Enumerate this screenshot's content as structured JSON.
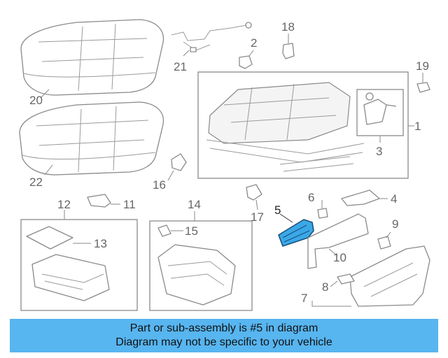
{
  "callouts": {
    "c1": "1",
    "c2": "2",
    "c3": "3",
    "c4": "4",
    "c5": "5",
    "c6": "6",
    "c7": "7",
    "c8": "8",
    "c9": "9",
    "c10": "10",
    "c11": "11",
    "c12": "12",
    "c13": "13",
    "c14": "14",
    "c15": "15",
    "c16": "16",
    "c17": "17",
    "c18": "18",
    "c19": "19",
    "c20": "20",
    "c21": "21",
    "c22": "22"
  },
  "highlight_color": "#3aa8e8",
  "banner": {
    "line1": "Part or sub-assembly is #5 in diagram",
    "line2": "Diagram may not be specific to your vehicle",
    "color": "#57b5f0"
  }
}
